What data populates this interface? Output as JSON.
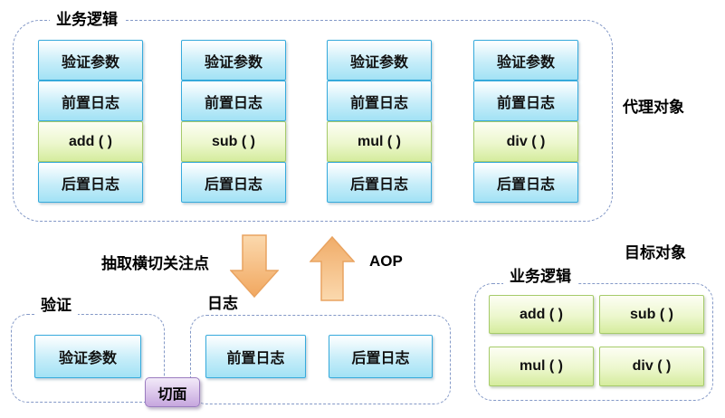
{
  "proxy": {
    "label": "业务逻辑",
    "side_label": "代理对象",
    "columns": [
      {
        "rows": [
          {
            "text": "验证参数"
          },
          {
            "text": "前置日志"
          },
          {
            "text": "add ( )"
          },
          {
            "text": "后置日志"
          }
        ]
      },
      {
        "rows": [
          {
            "text": "验证参数"
          },
          {
            "text": "前置日志"
          },
          {
            "text": "sub ( )"
          },
          {
            "text": "后置日志"
          }
        ]
      },
      {
        "rows": [
          {
            "text": "验证参数"
          },
          {
            "text": "前置日志"
          },
          {
            "text": "mul ( )"
          },
          {
            "text": "后置日志"
          }
        ]
      },
      {
        "rows": [
          {
            "text": "验证参数"
          },
          {
            "text": "前置日志"
          },
          {
            "text": "div ( )"
          },
          {
            "text": "后置日志"
          }
        ]
      }
    ]
  },
  "flow": {
    "extract_label": "抽取横切关注点",
    "aop_label": "AOP"
  },
  "validation": {
    "label": "验证",
    "param_box": "验证参数"
  },
  "log": {
    "label": "日志",
    "pre_box": "前置日志",
    "post_box": "后置日志"
  },
  "aspect": {
    "label": "切面"
  },
  "target": {
    "side_label": "目标对象",
    "label": "业务逻辑",
    "methods": [
      "add ( )",
      "sub ( )",
      "mul ( )",
      "div ( )"
    ]
  },
  "colors": {
    "blue_box_border": "#36aadc",
    "blue_box_fill_bottom": "#a2e2f5",
    "green_box_border": "#a6cb6b",
    "green_box_fill_bottom": "#d5ec9d",
    "purple_box_border": "#9b7cc0",
    "dashed_line": "#8499c7",
    "arrow_fill_light": "#fbd9ae",
    "arrow_fill_dark": "#f1a75f",
    "arrow_stroke": "#e9a360"
  }
}
